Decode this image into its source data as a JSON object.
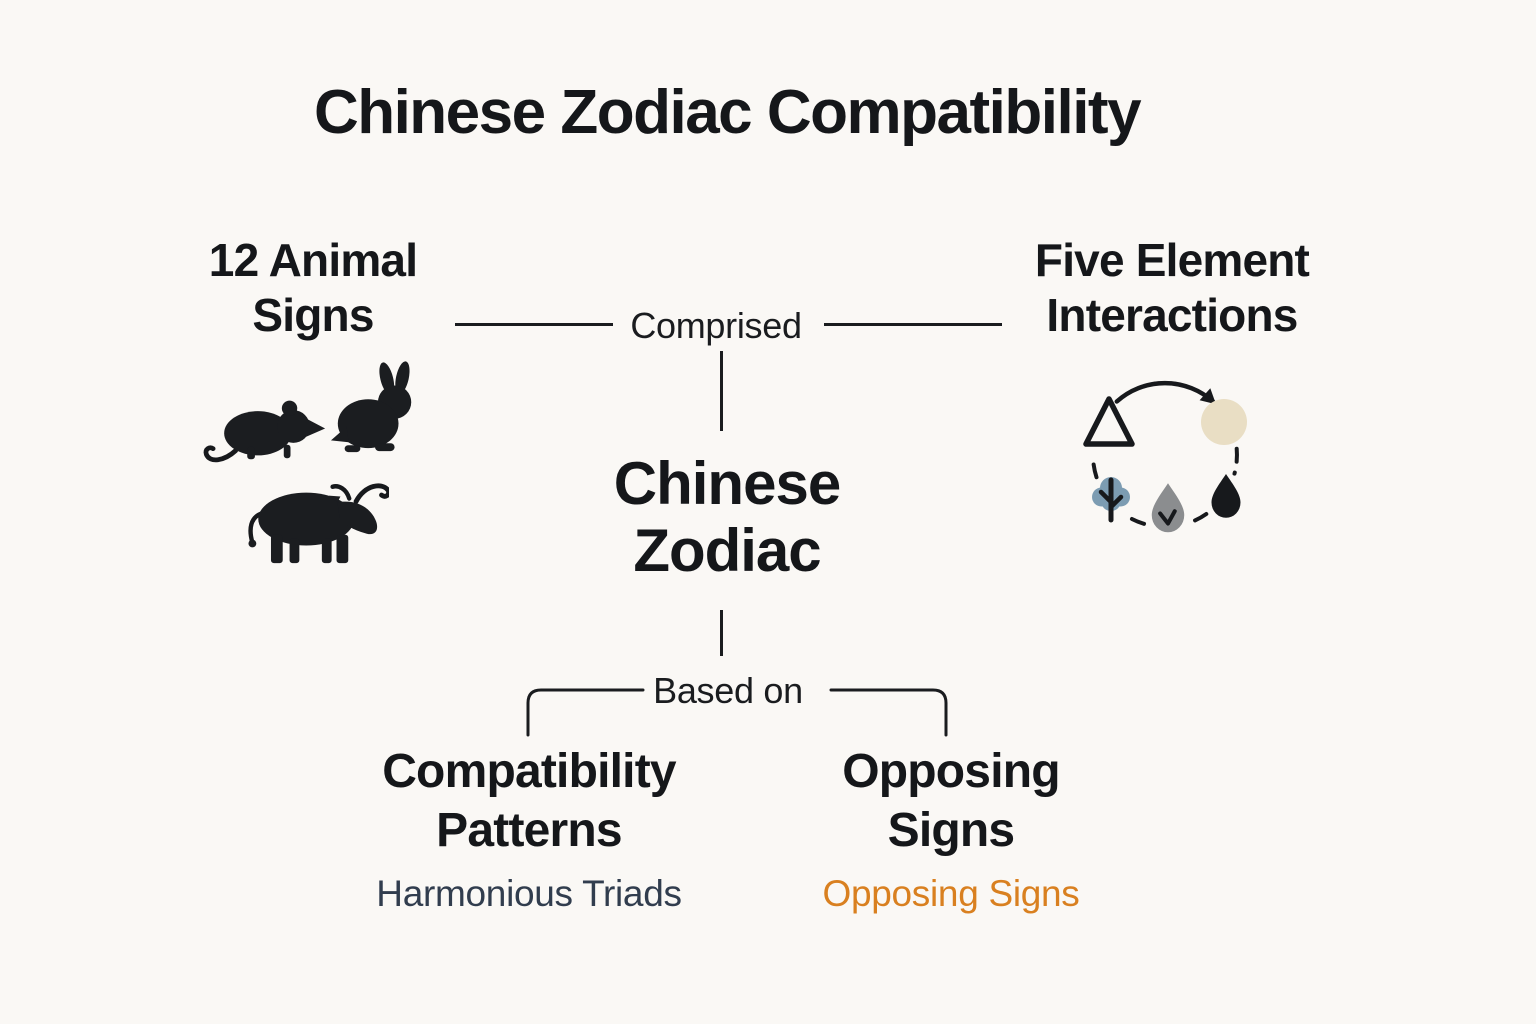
{
  "page": {
    "title": "Chinese Zodiac Compatibility",
    "background": "#FAF8F5"
  },
  "colors": {
    "text_dark": "#15171A",
    "line_dark": "#1A1C1F",
    "silhouette": "#1B1D20",
    "subtitle_slate": "#313D4E",
    "accent_orange": "#D98020",
    "earth_beige": "#E9DEC4",
    "metal_gray": "#8B8D8F",
    "water_black": "#17191C",
    "wood_blue": "#7C9CB2"
  },
  "diagram": {
    "center_node": {
      "line1": "Chinese",
      "line2": "Zodiac"
    },
    "top_connector": {
      "label": "Comprised"
    },
    "left_node": {
      "line1": "12 Animal",
      "line2": "Signs",
      "icons": [
        "rat-silhouette",
        "rabbit-silhouette",
        "ox-silhouette"
      ]
    },
    "right_node": {
      "line1": "Five Element",
      "line2": "Interactions",
      "icon": "five-element-cycle",
      "elements": [
        "fire-triangle",
        "earth-circle",
        "water-drop",
        "metal-drop",
        "wood-tree"
      ]
    },
    "bottom_connector": {
      "label": "Based on"
    },
    "children": [
      {
        "line1": "Compatibility",
        "line2": "Patterns",
        "subtitle": "Harmonious Triads",
        "subtitle_color": "#313D4E"
      },
      {
        "line1": "Opposing",
        "line2": "Signs",
        "subtitle": "Opposing Signs",
        "subtitle_color": "#D98020"
      }
    ]
  }
}
